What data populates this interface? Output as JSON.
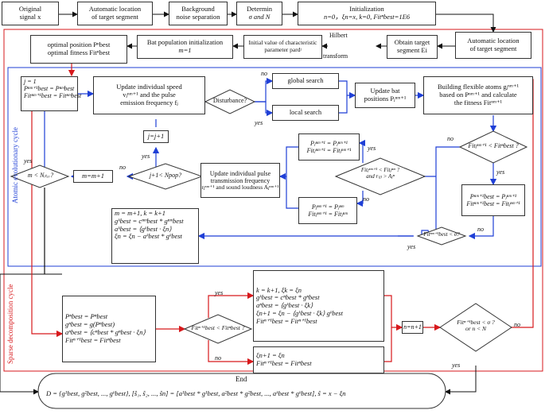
{
  "colors": {
    "red": "#d7191c",
    "blue": "#1f3fd6",
    "black": "#111111"
  },
  "top_row": {
    "original": [
      "Original",
      "signal x"
    ],
    "auto_loc": [
      "Automatic location",
      "of target segment"
    ],
    "bg_noise": [
      "Background",
      "noise separation"
    ],
    "determin": [
      "Determin",
      "σ and N"
    ],
    "init_title": "Initialization",
    "init_body": "n=0，ξn=x, k=0, Fitⁿbest=1E6"
  },
  "second_row": {
    "optimal": [
      "optimal position Pⁿbest",
      "optimal fitness Fitⁿbest"
    ],
    "bat_init": [
      "Bat population initialization",
      "m=1"
    ],
    "char_param": [
      "Initial value of characteristic",
      "parameter pardʲ"
    ],
    "hilbert": [
      "Hilbert",
      "transform"
    ],
    "obtain": [
      "Obtain target",
      "segment Ei"
    ],
    "auto_loc2": [
      "Automatic location",
      "of target segment"
    ]
  },
  "cycles": {
    "atomic": "Atomic evolutionary cycle",
    "sparse": "Sparse decomposition cycle"
  },
  "atomic": {
    "init_j": [
      "j = 1",
      "Pⁿᵐ⁺¹best = Pⁿᵐbest",
      "Fitⁿᵐ⁺¹best = Fitⁿᵐbest"
    ],
    "update_speed": [
      "Update individual speed",
      "vⱼⁿᵐ⁺¹ and the pulse",
      "emission frequency fⱼ"
    ],
    "disturbance": "Disturbance?",
    "global": "global search",
    "local": "local search",
    "update_bat": [
      "Update bat",
      "positions Pⱼⁿᵐ⁺¹"
    ],
    "build_atoms": [
      "Building flexible atoms gⱼⁿᵐ⁺¹",
      "based on Pⁿᵐ⁺¹ and calculate",
      "the fitness Fitⁿᵐ⁺¹"
    ],
    "fit_cmp": [
      "Fitⱼⁿᵐ⁺¹ < Fitⁿbest ?"
    ],
    "p_best_update": [
      "Pⁿᵐ⁺¹best = Pⱼⁿᵐ⁺¹",
      "Fitⁿᵐ⁺¹best = Fitⱼⁿᵐ⁺¹"
    ],
    "fit_sigma": "Fitⁿᵐ⁺¹best < σ?",
    "p_keep": [
      "Pⱼⁿᵐ⁺¹ = Pⱼⁿᵐ",
      "Fitⱼⁿᵐ⁺¹ = Fitⱼⁿᵐ"
    ],
    "p_accept": [
      "Pⱼⁿᵐ⁺¹ = Pⱼⁿᵐ⁺¹",
      "Fitⱼⁿᵐ⁺¹ = Fitⱼⁿᵐ⁺¹"
    ],
    "accept_diamond": [
      "Fitⱼⁿᵐ⁺¹ < Fitⱼⁿᵐ ?",
      "and r₍ⱼ₎ > Aⱼⁿ"
    ],
    "update_pulse": [
      "Update individual pulse",
      "transmission frequency",
      "rⱼⁿᵐ⁺¹ and sound loudness Aⱼⁿᵐ⁺¹"
    ],
    "j_inc": "j=j+1",
    "j_cmp": "j+1< Npop?",
    "m_inc": "m=m+1",
    "m_cmp": "m < Nᵢₜₑᵣ?",
    "update_block": [
      "m = m+1, k = k+1",
      "gᵏbest = cⁿᵐbest * gⁿᵐbest",
      "aᵏbest = ⟨gᵏbest · ξn⟩",
      "ξn = ξn − aᵏbest * gᵏbest"
    ]
  },
  "sparse": {
    "left_block": [
      "Pⁿbest = Pⁿbest",
      "gⁿbest = g(Pⁿbest)",
      "aⁿbest = ⟨cⁿbest * gⁿbest · ξn⟩",
      "Fitⁿ⁺¹best = Fitⁿbest"
    ],
    "diamond": "Fitⁿ⁺¹best < Fitⁿbest ?",
    "yes_block": [
      "k = k+1, ξk = ξn",
      "gᵏbest = cⁿbest * gⁿbest",
      "aⁿbest = ⟨gᵏbest · ξk⟩",
      "ξn+1 = ξn − ⟨gᵏbest · ξk⟩ gᵏbest",
      "Fitⁿ⁺¹best = Fitⁿ⁺¹best"
    ],
    "no_block": [
      "ξn+1 = ξn",
      "Fitⁿ⁺¹best = Fitⁿbest"
    ],
    "n_inc": "n=n+1",
    "stop_diamond": [
      "Fitⁿ⁺¹best < σ ?",
      "or  n < N"
    ]
  },
  "end_box": {
    "title": "End",
    "formula": "D = {g¹best, g²best, ..., gᵏbest},   [ŝ₁,  ŝ₂,  ...,  ŝn] = [a¹best * g¹best, a²best * g²best, ..., aᵏbest * gᵏbest],   ŝ = x − ξn"
  },
  "flow_labels": {
    "yes": "yes",
    "no": "no"
  }
}
